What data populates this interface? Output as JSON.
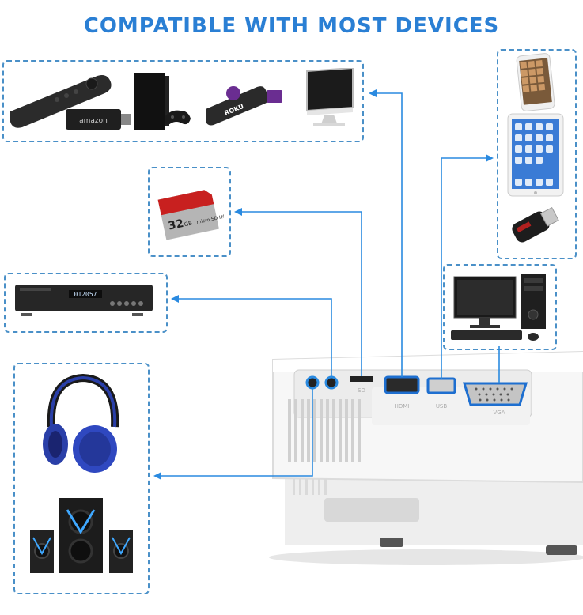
{
  "title": "COMPATIBLE WITH MOST DEVICES",
  "devices": {
    "fire_stick_logo": "amazon",
    "roku_logo": "ROKU",
    "sd_card_size": "32",
    "sd_card_unit": "GB",
    "sd_card_type": "micro SD HC",
    "dvd_display": "012057"
  },
  "ports": {
    "sd": "SD",
    "hdmi": "HDMI",
    "usb": "USB",
    "vga": "VGA"
  },
  "colors": {
    "accent": "#2a7fd4",
    "box_border": "#4a90c8",
    "wire": "#2a8ae0",
    "port_highlight": "#1e6fd0"
  },
  "icons": [
    "fire-tv-remote-icon",
    "ps4-console-icon",
    "roku-stick-icon",
    "imac-icon",
    "sd-card-icon",
    "dvd-player-icon",
    "headphones-icon",
    "speaker-system-icon",
    "iphone-icon",
    "ipad-icon",
    "usb-drive-icon",
    "desktop-pc-icon",
    "projector-icon"
  ]
}
